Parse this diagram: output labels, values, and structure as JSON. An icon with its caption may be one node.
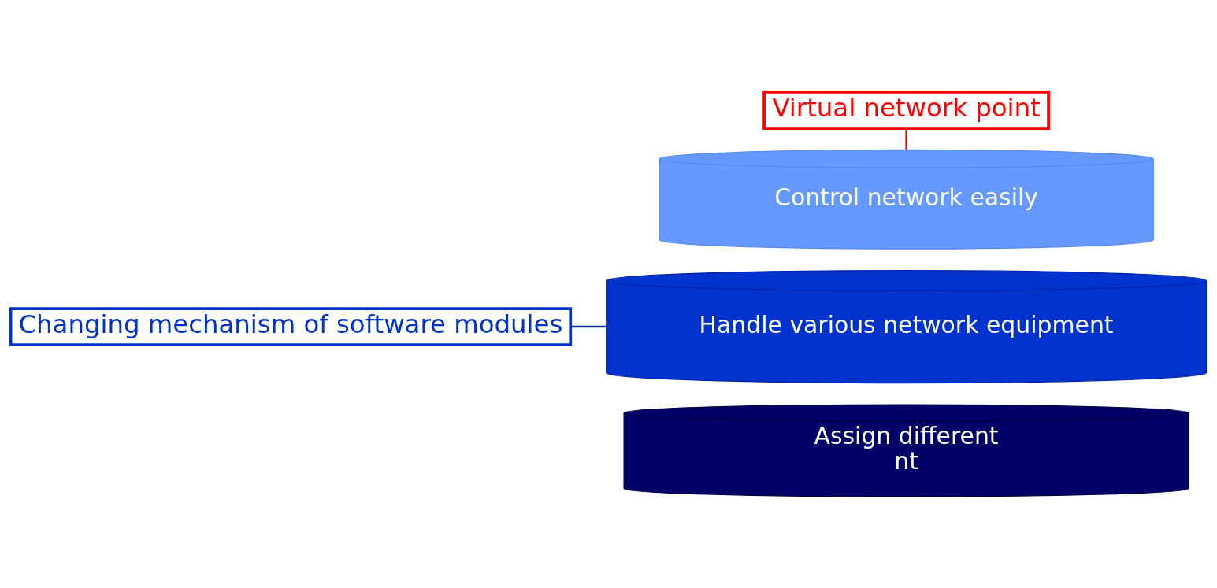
{
  "diagram": {
    "nodes": [
      {
        "text": [
          "Virtual network point"
        ]
      },
      {
        "text": [
          "Control network easily"
        ]
      },
      {
        "text": [
          "Handle various network equipment"
        ]
      },
      {
        "text": [
          "Changing mechanism of software modules"
        ]
      },
      {
        "text": [
          "Assign different",
          "nt"
        ]
      }
    ],
    "edges": [
      {
        "from": 0,
        "to": 1,
        "arrow": "none",
        "color": "#ff0000"
      },
      {
        "from": 3,
        "to": 2,
        "arrow": "none",
        "color": "#0033cc"
      }
    ]
  }
}
